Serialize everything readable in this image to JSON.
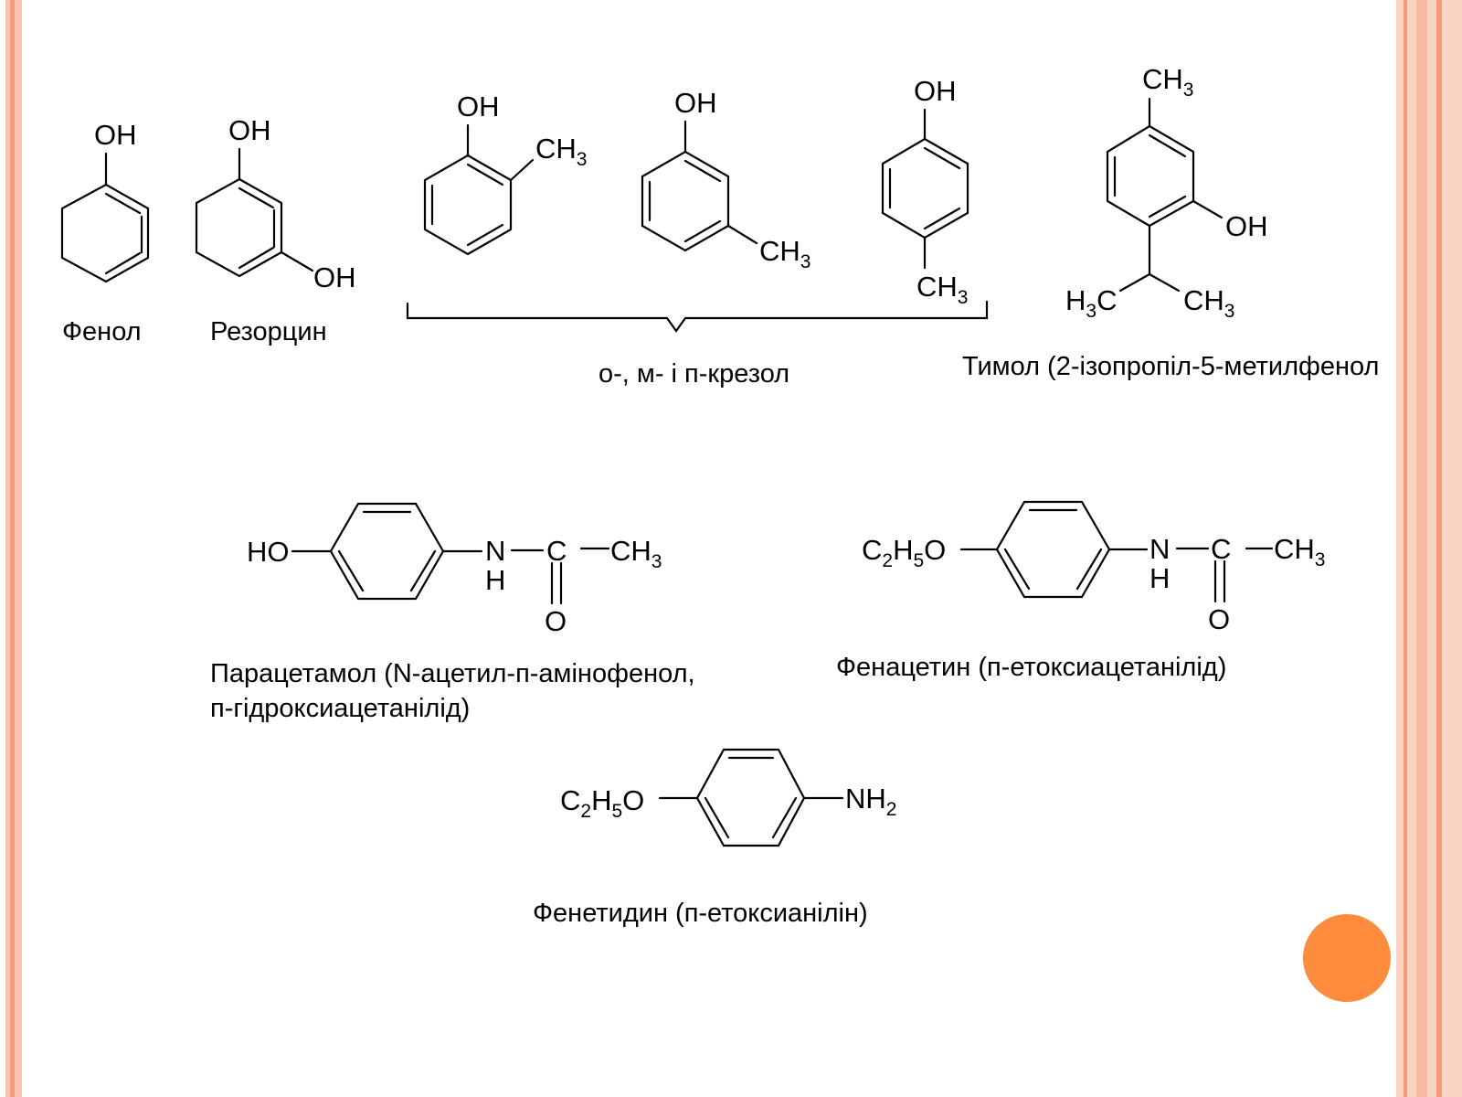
{
  "slide": {
    "accent_color": "#FF8C3C",
    "border_color": "#F9C4AE"
  },
  "atoms": {
    "OH": "OH",
    "HO": "HO",
    "C": "C",
    "CH": "CH",
    "N": "N",
    "H": "H",
    "O": "O",
    "NH": "NH",
    "sub2": "2",
    "sub3": "3",
    "sub5": "5"
  },
  "captions": {
    "phenol": "Фенол",
    "resorcinol": "Резорцин",
    "cresols": "о-, м- і п-крезол",
    "thymol": "Тимол (2-ізопропіл-5-метилфенол",
    "paracetamol_line1": "Парацетамол (N-ацетил-п-амінофенол,",
    "paracetamol_line2": "п-гідроксиацетанілід)",
    "phenacetin": "Фенацетин (п-етоксиацетанілід)",
    "phenetidine": "Фенетидин (п-етоксианілін)"
  }
}
